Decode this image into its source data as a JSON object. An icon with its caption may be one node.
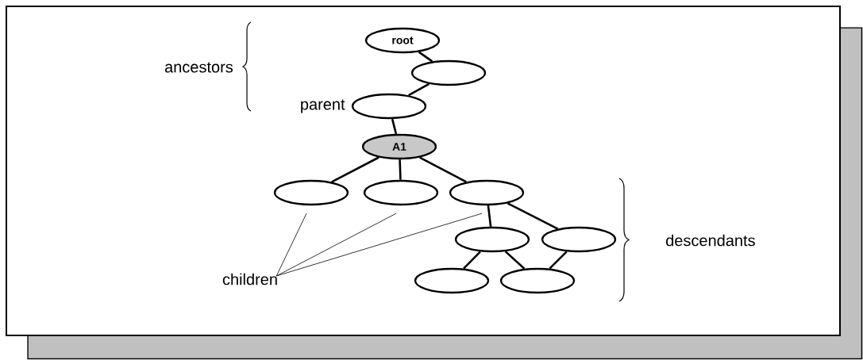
{
  "diagram": {
    "nodes": [
      {
        "text": [
          "root"
        ]
      },
      {
        "text": [],
        "shape": "ellipse"
      },
      {
        "text": [],
        "shape": "ellipse",
        "beside": [
          "parent"
        ]
      },
      {
        "text": [
          "A1"
        ]
      },
      {
        "text": [],
        "shape": "ellipse"
      },
      {
        "text": [],
        "shape": "ellipse"
      },
      {
        "text": [],
        "shape": "ellipse"
      },
      {
        "text": [],
        "shape": "ellipse"
      },
      {
        "text": [],
        "shape": "ellipse"
      },
      {
        "text": [],
        "shape": "ellipse"
      },
      {
        "text": [],
        "shape": "ellipse"
      },
      {
        "text": [
          "children"
        ]
      }
    ],
    "edges": [
      {
        "from": 0,
        "to": 1,
        "arrow": "none"
      },
      {
        "from": 1,
        "to": 2,
        "arrow": "none"
      },
      {
        "from": 2,
        "to": 3,
        "arrow": "none"
      },
      {
        "from": 3,
        "to": 4,
        "arrow": "none"
      },
      {
        "from": 3,
        "to": 5,
        "arrow": "none"
      },
      {
        "from": 3,
        "to": 6,
        "arrow": "none"
      },
      {
        "from": 6,
        "to": 7,
        "arrow": "none"
      },
      {
        "from": 6,
        "to": 8,
        "arrow": "none"
      },
      {
        "from": 7,
        "to": 9,
        "arrow": "none"
      },
      {
        "from": 7,
        "to": 10,
        "arrow": "none"
      },
      {
        "from": 8,
        "to": 10,
        "arrow": "none"
      },
      {
        "from": 11,
        "to": 4,
        "arrow": "none"
      },
      {
        "from": 11,
        "to": 5,
        "arrow": "none"
      },
      {
        "from": 11,
        "to": 6,
        "arrow": "none"
      }
    ],
    "labels": [
      "ancestors",
      "descendants"
    ]
  }
}
